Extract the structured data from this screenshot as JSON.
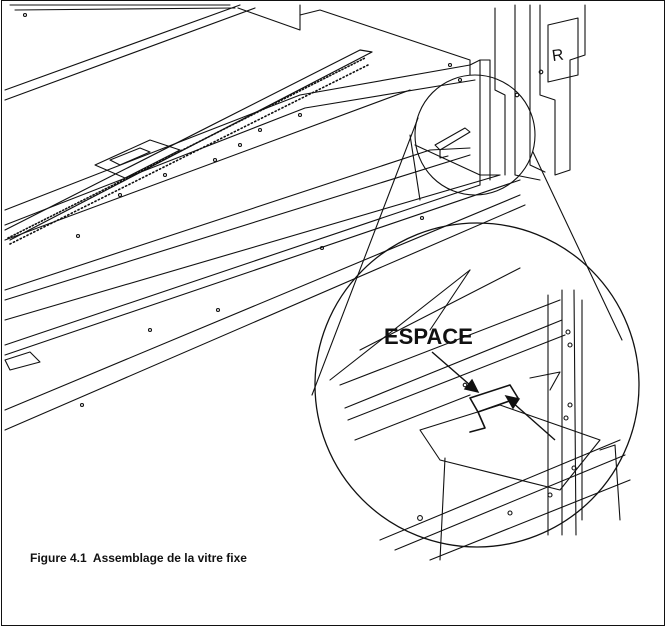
{
  "figure": {
    "caption": "Figure 4.1  Assemblage de la vitre fixe",
    "callout_label": "ESPACE",
    "panel_letter": "R"
  }
}
